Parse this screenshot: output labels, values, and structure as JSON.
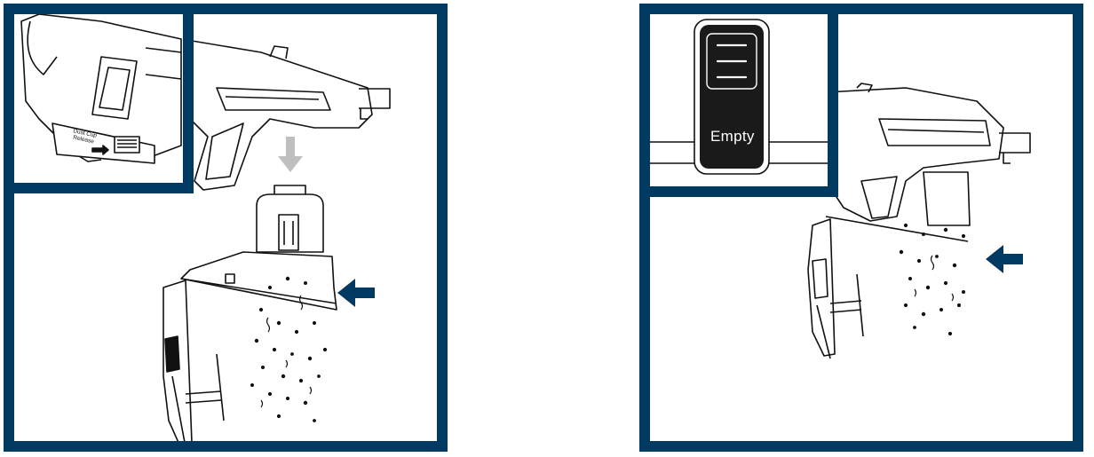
{
  "colors": {
    "frame": "#003a63",
    "line": "#111111",
    "arrow_gray": "#bfbfbf",
    "indicator": "#1a1a1a"
  },
  "left_panel": {
    "inset_label_line1": "Dust Cup",
    "inset_label_line2": "Release",
    "arrow_direction": "left",
    "drop_arrow_direction": "down"
  },
  "right_panel": {
    "indicator_label": "Empty",
    "arrow_direction": "left"
  }
}
